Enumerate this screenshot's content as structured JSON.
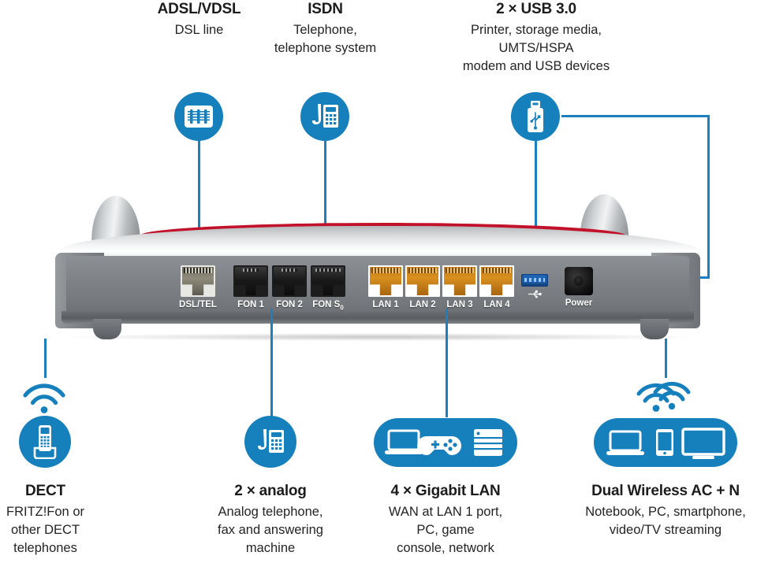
{
  "theme": {
    "accent_blue": "#1680bd",
    "wire_blue": "#1b7fc0",
    "lan_orange": "#d9901f",
    "usb_blue": "#1f63b4",
    "router_red": "#c2112a",
    "text": "#1c1c1c",
    "background": "#ffffff"
  },
  "callouts": {
    "dsl": {
      "title": "ADSL/VDSL",
      "desc": [
        "DSL line"
      ],
      "icon": "dsl-jack-icon"
    },
    "isdn": {
      "title": "ISDN",
      "desc": [
        "Telephone,",
        "telephone system"
      ],
      "icon": "desk-telephone-icon"
    },
    "usb": {
      "title": "2 × USB 3.0",
      "desc": [
        "Printer, storage media,",
        "UMTS/HSPA",
        "modem and USB devices"
      ],
      "icon": "usb-stick-icon"
    },
    "dect": {
      "title": "DECT",
      "desc": [
        "FRITZ!Fon or",
        "other DECT",
        "telephones"
      ],
      "icon": "cordless-phone-icon"
    },
    "analog": {
      "title": "2 × analog",
      "desc": [
        "Analog telephone,",
        "fax and answering",
        "machine"
      ],
      "icon": "desk-telephone-icon"
    },
    "lan": {
      "title": "4 × Gigabit LAN",
      "desc": [
        "WAN at LAN 1 port,",
        "PC, game",
        "console, network"
      ],
      "icon": "laptop-gamepad-switch-icon"
    },
    "wifi": {
      "title": "Dual Wireless AC + N",
      "desc": [
        "Notebook, PC, smartphone,",
        "video/TV streaming"
      ],
      "icon": "laptop-phone-monitor-icon"
    }
  },
  "router": {
    "ports": [
      {
        "id": "dsl-tel",
        "label": "DSL/TEL",
        "type": "rj45-grey"
      },
      {
        "id": "fon-1",
        "label": "FON 1",
        "type": "rj11-black"
      },
      {
        "id": "fon-2",
        "label": "FON 2",
        "type": "rj11-black"
      },
      {
        "id": "fon-s0",
        "label": "FON S",
        "label_sub": "0",
        "type": "rj45-black"
      },
      {
        "id": "lan-1",
        "label": "LAN 1",
        "type": "rj45-orange"
      },
      {
        "id": "lan-2",
        "label": "LAN 2",
        "type": "rj45-orange"
      },
      {
        "id": "lan-3",
        "label": "LAN 3",
        "type": "rj45-orange"
      },
      {
        "id": "lan-4",
        "label": "LAN 4",
        "type": "rj45-orange"
      },
      {
        "id": "usb-3",
        "label": "",
        "type": "usb3-blue",
        "symbol": "usb-trident-icon"
      },
      {
        "id": "power",
        "label": "Power",
        "type": "dc-barrel"
      }
    ]
  }
}
